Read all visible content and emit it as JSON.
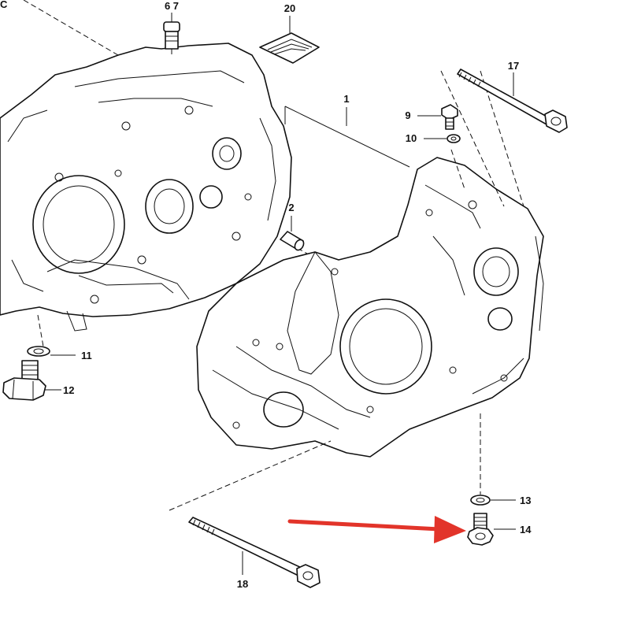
{
  "corner_mark": "C",
  "callouts": {
    "c1": "1",
    "c2": "2",
    "c67": "6 7",
    "c9": "9",
    "c10": "10",
    "c11": "11",
    "c12": "12",
    "c13": "13",
    "c14": "14",
    "c17": "17",
    "c18": "18",
    "c20": "20"
  },
  "colors": {
    "line": "#111111",
    "arrow": "#e2342a",
    "background": "#ffffff"
  },
  "annotation": {
    "type": "arrow",
    "points_to_callout": "14"
  }
}
